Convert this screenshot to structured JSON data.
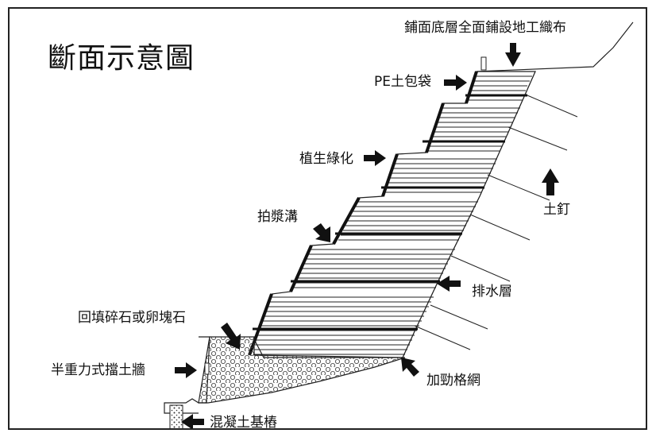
{
  "title": "斷面示意圖",
  "labels": {
    "geotextile": "鋪面底層全面鋪設地工織布",
    "pe_bag": "PE土包袋",
    "vegetation": "植生綠化",
    "grout_ditch": "拍漿溝",
    "soil_nail": "土釘",
    "drain_layer": "排水層",
    "backfill": "回填碎石或卵塊石",
    "retaining_wall": "半重力式擋土牆",
    "geogrid": "加勁格網",
    "concrete_pile": "混凝土基樁"
  }
}
